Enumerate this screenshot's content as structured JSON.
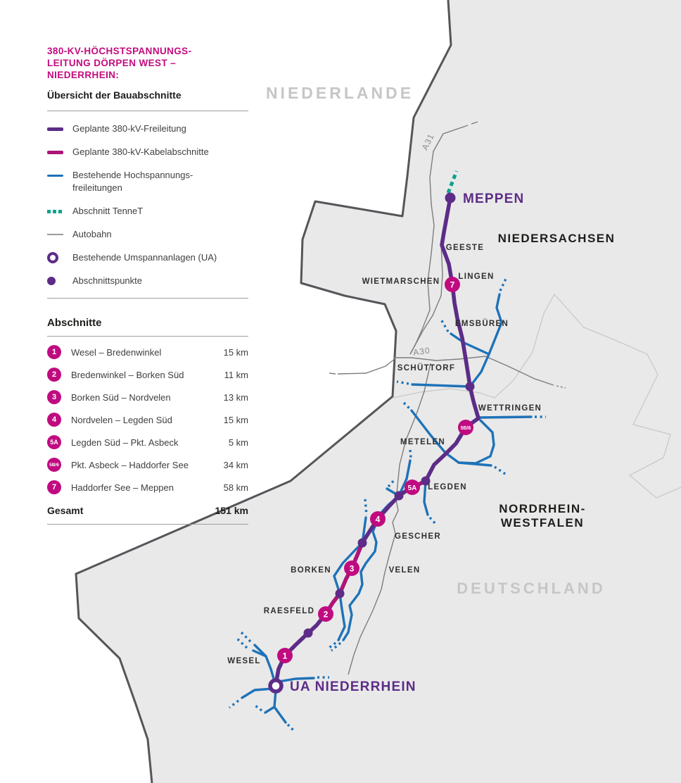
{
  "panel": {
    "title": "380-KV-HÖCHSTSPANNUNGS-\nLEITUNG DÖRPEN WEST –\nNIEDERRHEIN:",
    "subtitle": "Übersicht der Bauabschnitte",
    "legend": [
      {
        "icon": "planned-overhead-line",
        "label": "Geplante 380-kV-Freileitung"
      },
      {
        "icon": "planned-cable-section",
        "label": "Geplante 380-kV-Kabelabschnitte"
      },
      {
        "icon": "existing-hv-line",
        "label": "Bestehende Hochspannungs-\nfreileitungen"
      },
      {
        "icon": "tennet-section",
        "label": "Abschnitt TenneT"
      },
      {
        "icon": "autobahn",
        "label": "Autobahn"
      },
      {
        "icon": "existing-substation",
        "label": "Bestehende Umspannanlagen (UA)"
      },
      {
        "icon": "section-point",
        "label": "Abschnittspunkte"
      }
    ],
    "sections_heading": "Abschnitte",
    "sections": [
      {
        "badge": "1",
        "label": "Wesel – Bredenwinkel",
        "km": "15 km"
      },
      {
        "badge": "2",
        "label": "Bredenwinkel – Borken Süd",
        "km": "11 km"
      },
      {
        "badge": "3",
        "label": "Borken Süd – Nordvelen",
        "km": "13 km"
      },
      {
        "badge": "4",
        "label": "Nordvelen – Legden Süd",
        "km": "15 km"
      },
      {
        "badge": "5A",
        "label": "Legden Süd – Pkt. Asbeck",
        "km": "5 km"
      },
      {
        "badge": "5B/6",
        "label": "Pkt. Asbeck – Haddorfer See",
        "km": "34 km"
      },
      {
        "badge": "7",
        "label": "Haddorfer See – Meppen",
        "km": "58 km"
      }
    ],
    "total_label": "Gesamt",
    "total_km": "151 km"
  },
  "map": {
    "countries": {
      "niederlande": "NIEDERLANDE",
      "deutschland": "DEUTSCHLAND"
    },
    "regions": {
      "niedersachsen": "NIEDERSACHSEN",
      "nrw_line1": "NORDRHEIN-",
      "nrw_line2": "WESTFALEN"
    },
    "places": {
      "geeste": "GEESTE",
      "lingen": "LINGEN",
      "wietmarschen": "WIETMARSCHEN",
      "emsbueren": "EMSBÜREN",
      "schuettorf": "SCHÜTTORF",
      "wettringen": "WETTRINGEN",
      "metelen": "METELEN",
      "legden": "LEGDEN",
      "gescher": "GESCHER",
      "velen": "VELEN",
      "borken": "BORKEN",
      "raesfeld": "RAESFELD",
      "wesel": "WESEL"
    },
    "roads": {
      "a31": "A31",
      "a30": "A30"
    },
    "stations": {
      "meppen": "MEPPEN",
      "ua_niederrhein": "UA NIEDERRHEIN"
    },
    "badges": {
      "b7": "7",
      "b5b6": "5B/6",
      "b5a": "5A",
      "b4": "4",
      "b3": "3",
      "b2": "2",
      "b1": "1"
    }
  },
  "colors": {
    "purple_line": "#5c2c87",
    "magenta_line": "#ad1578",
    "magenta_badge": "#c00b80",
    "title_magenta": "#c30b7e",
    "blue_hv_line": "#1e72b8",
    "teal_tennet": "#0ba38c",
    "land_fill": "#e9e9e9",
    "country_border": "#55555a",
    "internal_border": "#c9c9c9",
    "road_gray": "#7d7d7d",
    "country_label_gray": "#c6c6c6"
  }
}
